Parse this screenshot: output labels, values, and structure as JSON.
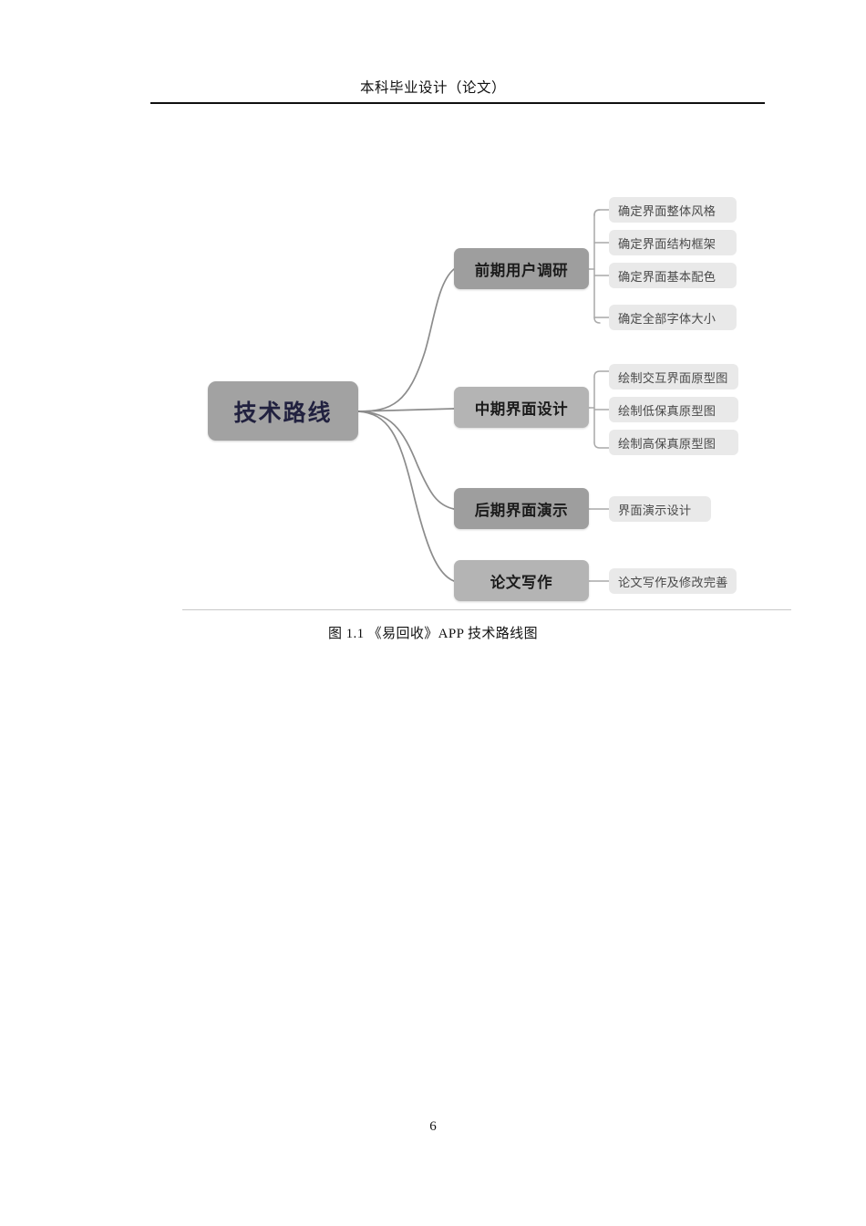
{
  "header": {
    "title": "本科毕业设计（论文）"
  },
  "figure": {
    "caption": "图 1.1 《易回收》APP 技术路线图",
    "chart_data": {
      "type": "diagram",
      "diagram_kind": "mind-map",
      "title": "技术路线",
      "root": "技术路线",
      "branches": [
        {
          "label": "前期用户调研",
          "shade": "dark",
          "children": [
            "确定界面整体风格",
            "确定界面结构框架",
            "确定界面基本配色",
            "确定全部字体大小"
          ]
        },
        {
          "label": "中期界面设计",
          "shade": "light",
          "children": [
            "绘制交互界面原型图",
            "绘制低保真原型图",
            "绘制高保真原型图"
          ]
        },
        {
          "label": "后期界面演示",
          "shade": "dark",
          "children": [
            "界面演示设计"
          ]
        },
        {
          "label": "论文写作",
          "shade": "light",
          "children": [
            "论文写作及修改完善"
          ]
        }
      ],
      "colors": {
        "root_fill": "#a2a2a2",
        "root_text": "#21213f",
        "branch_fill_dark": "#9e9e9e",
        "branch_fill_light": "#b4b4b4",
        "branch_text": "#1b1b1b",
        "leaf_fill": "#e9e9e9",
        "leaf_text": "#4a4a4a",
        "connector": "#8c8c8c"
      }
    }
  },
  "footer": {
    "page_number": "6"
  }
}
